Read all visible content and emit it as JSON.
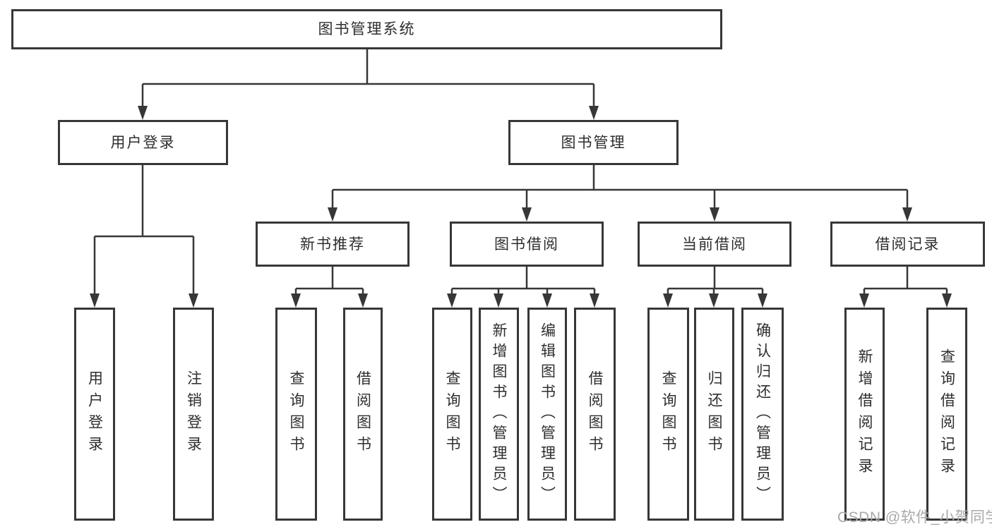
{
  "diagram": {
    "title": "图书管理系统",
    "root": {
      "label": "图书管理系统"
    },
    "level2": [
      {
        "label": "用户登录"
      },
      {
        "label": "图书管理"
      }
    ],
    "level3": [
      {
        "label": "新书推荐"
      },
      {
        "label": "图书借阅"
      },
      {
        "label": "当前借阅"
      },
      {
        "label": "借阅记录"
      }
    ],
    "leaves": [
      {
        "label": "用户登录",
        "parent": "用户登录"
      },
      {
        "label": "注销登录",
        "parent": "用户登录"
      },
      {
        "label": "查询图书",
        "parent": "新书推荐"
      },
      {
        "label": "借阅图书",
        "parent": "新书推荐"
      },
      {
        "label": "查询图书",
        "parent": "图书借阅"
      },
      {
        "label": "新增图书（管理员）",
        "parent": "图书借阅"
      },
      {
        "label": "编辑图书（管理员）",
        "parent": "图书借阅"
      },
      {
        "label": "借阅图书",
        "parent": "图书借阅"
      },
      {
        "label": "查询图书",
        "parent": "当前借阅"
      },
      {
        "label": "归还图书",
        "parent": "当前借阅"
      },
      {
        "label": "确认归还（管理员）",
        "parent": "当前借阅"
      },
      {
        "label": "新增借阅记录",
        "parent": "借阅记录"
      },
      {
        "label": "查询借阅记录",
        "parent": "借阅记录"
      }
    ]
  },
  "watermark": "CSDN @软件_小贺同学",
  "colors": {
    "line": "#373737",
    "text": "#2e2e2e",
    "box_background": "#ffffff",
    "watermark": "#a9a9a9",
    "page_background": "#ffffff"
  }
}
